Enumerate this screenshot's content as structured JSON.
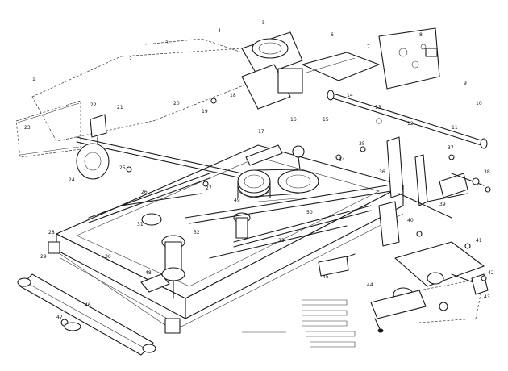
{
  "part_callouts": [
    "1",
    "2",
    "3",
    "4",
    "5",
    "6",
    "7",
    "8",
    "9",
    "10",
    "11",
    "12",
    "13",
    "14",
    "15",
    "16",
    "17",
    "18",
    "19",
    "20",
    "21",
    "22",
    "23",
    "24",
    "25",
    "26",
    "27",
    "28",
    "29",
    "30",
    "31",
    "32",
    "33",
    "34",
    "35",
    "36",
    "37",
    "38",
    "39",
    "40",
    "41",
    "42",
    "43",
    "44",
    "45",
    "46",
    "47",
    "48",
    "49",
    "50"
  ],
  "legend": {
    "rows": [
      "",
      "",
      "",
      "",
      ""
    ]
  },
  "colors": {
    "ink": "#1a1a1a",
    "paper": "#ffffff"
  }
}
